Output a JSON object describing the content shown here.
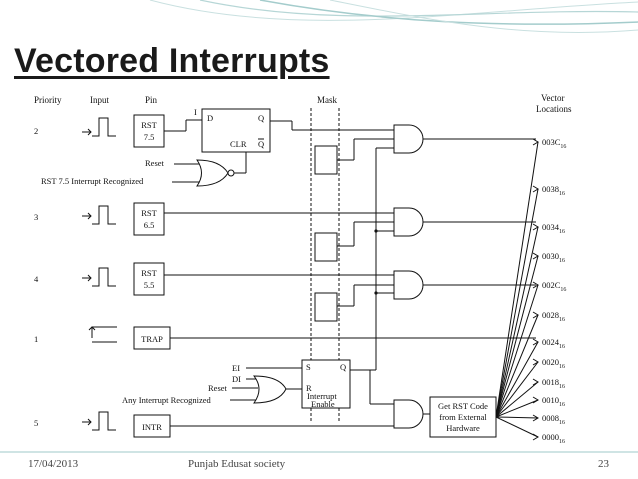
{
  "slide": {
    "title": "Vectored Interrupts",
    "footer": {
      "date": "17/04/2013",
      "organization": "Punjab Edusat society",
      "page": "23"
    },
    "colors": {
      "title": "#1a1a1a",
      "teal_accent": "#9fc9c9",
      "footer_text": "#444444"
    }
  },
  "diagram": {
    "headers": {
      "priority": "Priority",
      "input": "Input",
      "pin": "Pin",
      "mask": "Mask",
      "vector_line1": "Vector",
      "vector_line2": "Locations"
    },
    "rows": [
      {
        "priority": "2",
        "pin": [
          "RST",
          "7.5"
        ]
      },
      {
        "priority": "3",
        "pin": [
          "RST",
          "6.5"
        ]
      },
      {
        "priority": "4",
        "pin": [
          "RST",
          "5.5"
        ]
      },
      {
        "priority": "1",
        "pin": [
          "TRAP"
        ]
      },
      {
        "priority": "5",
        "pin": [
          "INTR"
        ]
      }
    ],
    "flipflop_rst75": {
      "d": "D",
      "q": "Q",
      "clr": "CLR",
      "qbar": "Q",
      "clock": "I"
    },
    "reset_label": "Reset",
    "rst75_recognized": "RST 7.5 Interrupt Recognized",
    "enable_flipflop": {
      "s": "S",
      "r": "R",
      "q": "Q",
      "label_line1": "Interrupt",
      "label_line2": "Enable"
    },
    "ei_label": "EI",
    "di_label": "DI",
    "reset2_label": "Reset",
    "any_recognized": "Any Interrupt Recognized",
    "rst_code_box": [
      "Get RST Code",
      "from External",
      "Hardware"
    ],
    "vectors": [
      {
        "hex": "003C",
        "sub": "16"
      },
      {
        "hex": "0038",
        "sub": "16"
      },
      {
        "hex": "0034",
        "sub": "16"
      },
      {
        "hex": "0030",
        "sub": "16"
      },
      {
        "hex": "002C",
        "sub": "16"
      },
      {
        "hex": "0028",
        "sub": "16"
      },
      {
        "hex": "0024",
        "sub": "16"
      },
      {
        "hex": "0020",
        "sub": "16"
      },
      {
        "hex": "0018",
        "sub": "16"
      },
      {
        "hex": "0010",
        "sub": "16"
      },
      {
        "hex": "0008",
        "sub": "16"
      },
      {
        "hex": "0000",
        "sub": "16"
      }
    ]
  }
}
